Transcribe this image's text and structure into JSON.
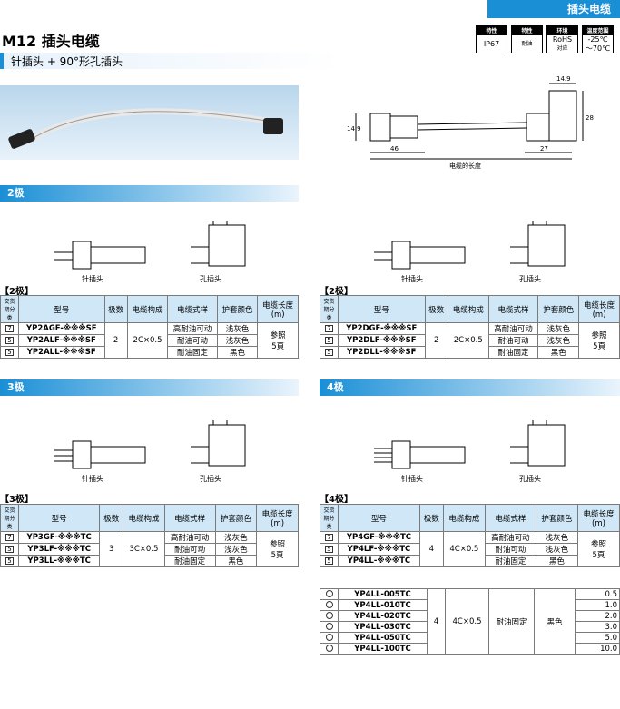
{
  "header": {
    "category": "插头电缆",
    "title": "M12 插头电缆",
    "subtitle": "针插头 + 90°形孔插头"
  },
  "specs": [
    {
      "head": "特性",
      "value": "IP67"
    },
    {
      "head": "特性",
      "value": "耐油"
    },
    {
      "head": "环境",
      "value": "RoHS",
      "value2": "对应"
    },
    {
      "head": "温度范围",
      "value": "-25℃",
      "value2": "～70℃"
    }
  ],
  "dimensions": {
    "d1": "14.9",
    "d2": "14.9",
    "d3": "28",
    "d4": "46",
    "d5": "27",
    "cable_length": "电缆的长度"
  },
  "diagram_labels": {
    "pin": "针插头",
    "socket": "孔插头"
  },
  "sections": {
    "s2": "2极",
    "s3": "3极",
    "s4": "4极"
  },
  "columns": {
    "c0": "交货期分类",
    "c1": "型号",
    "c2": "极数",
    "c3": "电缆构成",
    "c4": "电缆式样",
    "c5": "护套颜色",
    "c6": "电缆长度",
    "c6u": "(m)"
  },
  "table_2a": {
    "label": "【2极】",
    "rows": [
      {
        "d": "7",
        "model": "YP2AGF-※※※SF",
        "style": "高耐油可动",
        "color": "浅灰色"
      },
      {
        "d": "5",
        "model": "YP2ALF-※※※SF",
        "style": "耐油可动",
        "color": "浅灰色"
      },
      {
        "d": "5",
        "model": "YP2ALL-※※※SF",
        "style": "耐油固定",
        "color": "黑色"
      }
    ],
    "poles": "2",
    "cable": "2C×0.5",
    "len1": "参照",
    "len2": "5頁"
  },
  "table_2b": {
    "label": "【2极】",
    "rows": [
      {
        "d": "7",
        "model": "YP2DGF-※※※SF",
        "style": "高耐油可动",
        "color": "浅灰色"
      },
      {
        "d": "5",
        "model": "YP2DLF-※※※SF",
        "style": "耐油可动",
        "color": "浅灰色"
      },
      {
        "d": "5",
        "model": "YP2DLL-※※※SF",
        "style": "耐油固定",
        "color": "黑色"
      }
    ],
    "poles": "2",
    "cable": "2C×0.5",
    "len1": "参照",
    "len2": "5頁"
  },
  "table_3": {
    "label": "【3极】",
    "rows": [
      {
        "d": "7",
        "model": "YP3GF-※※※TC",
        "style": "高耐油可动",
        "color": "浅灰色"
      },
      {
        "d": "5",
        "model": "YP3LF-※※※TC",
        "style": "耐油可动",
        "color": "浅灰色"
      },
      {
        "d": "5",
        "model": "YP3LL-※※※TC",
        "style": "耐油固定",
        "color": "黑色"
      }
    ],
    "poles": "3",
    "cable": "3C×0.5",
    "len1": "参照",
    "len2": "5頁"
  },
  "table_4": {
    "label": "【4极】",
    "rows": [
      {
        "d": "7",
        "model": "YP4GF-※※※TC",
        "style": "高耐油可动",
        "color": "浅灰色"
      },
      {
        "d": "5",
        "model": "YP4LF-※※※TC",
        "style": "耐油可动",
        "color": "浅灰色"
      },
      {
        "d": "5",
        "model": "YP4LL-※※※TC",
        "style": "耐油固定",
        "color": "黑色"
      }
    ],
    "poles": "4",
    "cable": "4C×0.5",
    "len1": "参照",
    "len2": "5頁"
  },
  "table_4b": {
    "models": [
      "YP4LL-005TC",
      "YP4LL-010TC",
      "YP4LL-020TC",
      "YP4LL-030TC",
      "YP4LL-050TC",
      "YP4LL-100TC"
    ],
    "lengths": [
      "0.5",
      "1.0",
      "2.0",
      "3.0",
      "5.0",
      "10.0"
    ],
    "poles": "4",
    "cable": "4C×0.5",
    "style": "耐油固定",
    "color": "黑色"
  }
}
